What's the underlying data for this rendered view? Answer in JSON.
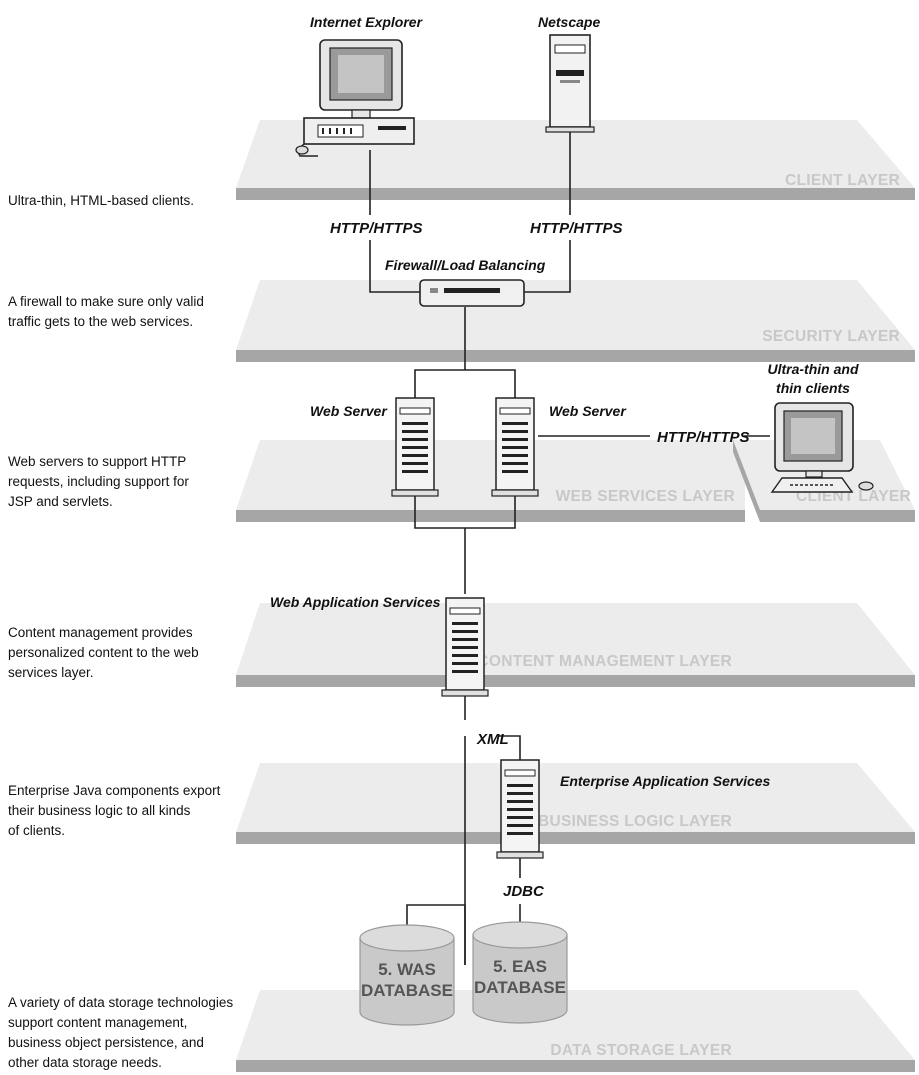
{
  "layers": {
    "client": "CLIENT LAYER",
    "security": "SECURITY LAYER",
    "web_services": "WEB SERVICES LAYER",
    "client_side": "CLIENT LAYER",
    "content_management": "CONTENT MANAGEMENT LAYER",
    "business_logic": "BUSINESS LOGIC LAYER",
    "data_storage": "DATA STORAGE LAYER"
  },
  "descriptions": {
    "client": [
      "Ultra-thin, HTML-based clients."
    ],
    "security": [
      "A firewall to make sure only valid",
      "traffic gets to the web services."
    ],
    "web_services": [
      "Web servers to support HTTP",
      "requests, including support for",
      "JSP and servlets."
    ],
    "content_management": [
      "Content management provides",
      "personalized content to the web",
      "services layer."
    ],
    "business_logic": [
      "Enterprise Java components export",
      "their business logic to all kinds",
      "of clients."
    ],
    "data_storage": [
      "A variety of data storage technologies",
      "support content management,",
      "business object persistence, and",
      "other data storage needs."
    ]
  },
  "labels": {
    "internet_explorer": "Internet Explorer",
    "netscape": "Netscape",
    "http1": "HTTP/HTTPS",
    "http2": "HTTP/HTTPS",
    "firewall": "Firewall/Load Balancing",
    "web_server_left": "Web Server",
    "web_server_right": "Web Server",
    "http_side": "HTTP/HTTPS",
    "thin_clients": [
      "Ultra-thin and",
      "thin clients"
    ],
    "web_app_services": "Web Application Services",
    "xml": "XML",
    "enterprise_app_services": "Enterprise Application Services",
    "jdbc": "JDBC"
  },
  "databases": {
    "was": [
      "5. WAS",
      "DATABASE"
    ],
    "eas": [
      "5. EAS",
      "DATABASE"
    ]
  },
  "colors": {
    "layer_top": "#ececec",
    "layer_front": "#a6a6a6",
    "layer_text": "#c8c8c8",
    "db_fill": "#c9c9c9",
    "ink": "#111111"
  }
}
